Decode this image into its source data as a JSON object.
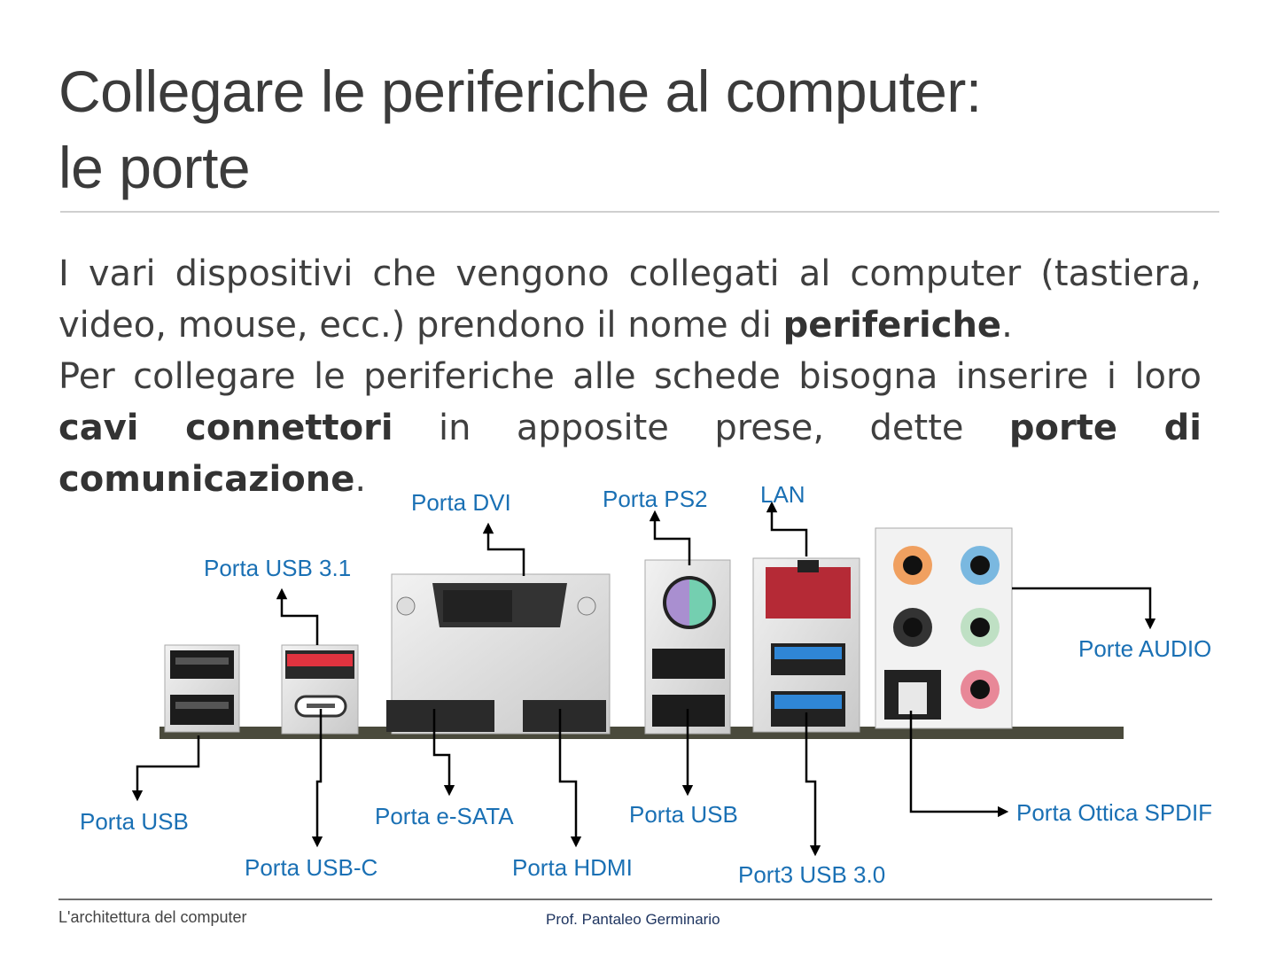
{
  "slide": {
    "title_line1": "Collegare le periferiche al computer:",
    "title_line2": "le porte",
    "paragraph1": {
      "text_before": "I vari dispositivi che vengono collegati al computer (tastiera, video, mouse, ecc.) prendono il nome di ",
      "bold": "periferiche",
      "text_after": "."
    },
    "paragraph2": {
      "text_before": "Per collegare le periferiche alle schede bisogna inserire i loro ",
      "bold1": "cavi connettori",
      "text_middle": " in apposite prese, dette ",
      "bold2": "porte di comunicazione",
      "text_after": "."
    }
  },
  "diagram": {
    "labels": {
      "dvi": "Porta DVI",
      "ps2": "Porta PS2",
      "lan": "LAN",
      "usb31": "Porta USB 3.1",
      "audio": "Porte AUDIO",
      "usb_left": "Porta USB",
      "usb_c": "Porta USB-C",
      "esata": "Porta e-SATA",
      "hdmi": "Porta HDMI",
      "usb_mid": "Porta USB",
      "usb30": "Port3 USB 3.0",
      "spdif": "Porta Ottica SPDIF"
    },
    "colors": {
      "label_blue": "#1a70b4",
      "usb31_red": "#e0333f",
      "usb30_blue": "#2f86d6",
      "lan_red": "#b52a36",
      "ps2_purple": "#a98fd0",
      "ps2_green": "#74cfb0",
      "audio_orange": "#f0a060",
      "audio_blue": "#7ab8e0",
      "audio_black": "#333333",
      "audio_green": "#bfe0c4",
      "audio_pink": "#e88898",
      "board": "#4a4a3c"
    }
  },
  "footer": {
    "left": "L'architettura del computer",
    "center": "Prof. Pantaleo Germinario"
  }
}
